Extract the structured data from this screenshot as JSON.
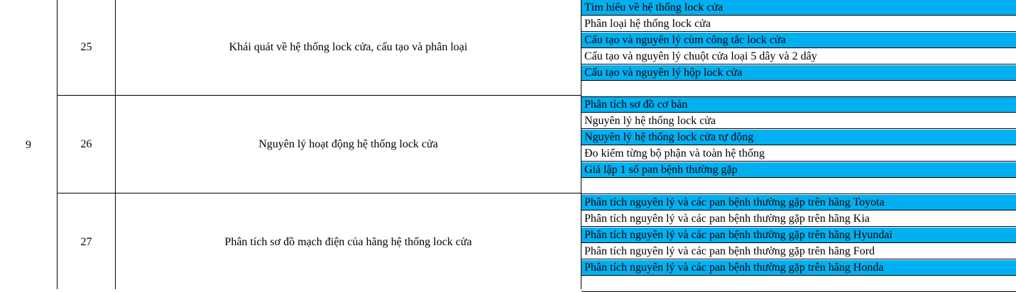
{
  "module_number": "9",
  "highlight_color": "#00B0F0",
  "lessons": [
    {
      "number": "25",
      "title": "Khái quát về hệ thống lock cửa, cấu tạo và phân loại",
      "topics": [
        "Tìm hiểu về hệ thống lock cửa",
        "Phân loại hệ thống lock cửa",
        "Cấu tạo và nguyên lý cùm công tắc lock cửa",
        "Cấu tạo và nguyên lý chuột cửa loại 5 dây và 2 dây",
        "Cấu tạo và nguyên lý hộp lock cửa",
        ""
      ]
    },
    {
      "number": "26",
      "title": "Nguyên lý hoạt động hệ thống lock cửa",
      "topics": [
        "Phân tích sơ đồ cơ bản",
        "Nguyên lý hệ thống lock cửa",
        "Nguyên lý hệ thống lock cửa tự động",
        "Đo kiểm từng bộ phận và toàn hệ thống",
        "Giả lập 1 số pan bệnh thường gặp",
        ""
      ]
    },
    {
      "number": "27",
      "title": "Phân tích sơ đồ mạch điện của hãng hệ thống lock cửa",
      "topics": [
        "Phân tích nguyên lý và các pan bệnh thường gặp trên hãng Toyota",
        "Phân tích nguyên lý và các pan bệnh thường gặp trên hãng Kia",
        "Phân tích nguyên lý và các pan bệnh thường gặp trên hãng Hyundai",
        "Phân tích nguyên lý và các pan bệnh thường gặp trên hãng Ford",
        "Phân tích nguyên lý và các pan bệnh thường gặp trên hãng Honda",
        ""
      ]
    }
  ]
}
